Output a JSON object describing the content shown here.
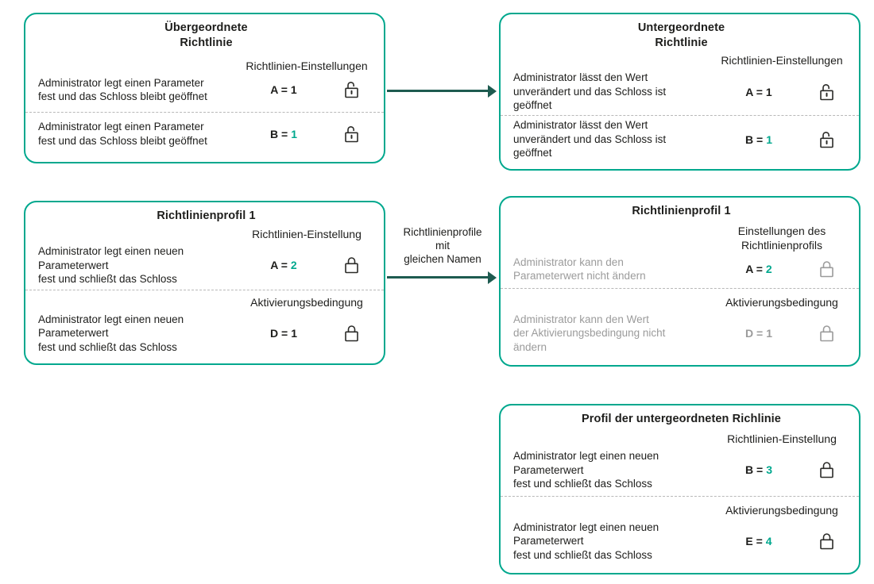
{
  "colors": {
    "panel_border": "#00A88E",
    "arrow": "#1E5B50",
    "value_accent": "#00A88E",
    "disabled_gray": "#9B9B9B",
    "text": "#1D1D1B"
  },
  "arrow_mid": {
    "label": "Richtlinienprofile\nmit\ngleichen Namen"
  },
  "parent_policy": {
    "title": "Übergeordnete\nRichtlinie",
    "header": "Richtlinien-Einstellungen",
    "rows": [
      {
        "desc": "Administrator legt einen Parameter\nfest und das Schloss bleibt geöffnet",
        "param": "A =",
        "value": "1",
        "value_tone": "black",
        "lock": "open"
      },
      {
        "desc": "Administrator legt einen Parameter\nfest und das Schloss bleibt geöffnet",
        "param": "B =",
        "value": "1",
        "value_tone": "teal",
        "lock": "open"
      }
    ]
  },
  "child_policy": {
    "title": "Untergeordnete\nRichtlinie",
    "header": "Richtlinien-Einstellungen",
    "rows": [
      {
        "desc": "Administrator lässt den Wert\nunverändert und das Schloss ist\ngeöffnet",
        "param": "A =",
        "value": "1",
        "value_tone": "black",
        "lock": "open"
      },
      {
        "desc": "Administrator lässt den Wert\nunverändert und das Schloss ist\ngeöffnet",
        "param": "B =",
        "value": "1",
        "value_tone": "teal",
        "lock": "open"
      }
    ]
  },
  "policy_profile": {
    "title": "Richtlinienprofil 1",
    "sections": [
      {
        "header": "Richtlinien-Einstellung",
        "desc": "Administrator legt einen neuen\nParameterwert\nfest und schließt das Schloss",
        "param": "A =",
        "value": "2",
        "value_tone": "teal",
        "lock": "closed"
      },
      {
        "header": "Aktivierungsbedingung",
        "desc": "Administrator legt einen neuen\nParameterwert\nfest und schließt das Schloss",
        "param": "D =",
        "value": "1",
        "value_tone": "black",
        "lock": "closed"
      }
    ]
  },
  "inherited_profile": {
    "title": "Richtlinienprofil 1",
    "sections": [
      {
        "header": "Einstellungen des\nRichtlinienprofils",
        "desc": "Administrator kann den\nParameterwert nicht ändern",
        "desc_tone": "gray",
        "param": "A =",
        "value": "2",
        "value_tone": "teal",
        "lock": "closed",
        "lock_tone": "gray"
      },
      {
        "header": "Aktivierungsbedingung",
        "desc": "Administrator kann den Wert\nder Aktivierungsbedingung nicht\nändern",
        "desc_tone": "gray",
        "param": "D =",
        "param_tone": "gray",
        "value": "1",
        "value_tone": "gray",
        "lock": "closed",
        "lock_tone": "gray"
      }
    ]
  },
  "child_profile": {
    "title": "Profil der untergeordneten Richlinie",
    "sections": [
      {
        "header": "Richtlinien-Einstellung",
        "desc": "Administrator legt einen neuen\nParameterwert\nfest und schließt das Schloss",
        "param": "B =",
        "value": "3",
        "value_tone": "teal",
        "lock": "closed"
      },
      {
        "header": "Aktivierungsbedingung",
        "desc": "Administrator legt einen neuen\nParameterwert\nfest und schließt das Schloss",
        "param": "E =",
        "value": "4",
        "value_tone": "teal",
        "lock": "closed"
      }
    ]
  }
}
